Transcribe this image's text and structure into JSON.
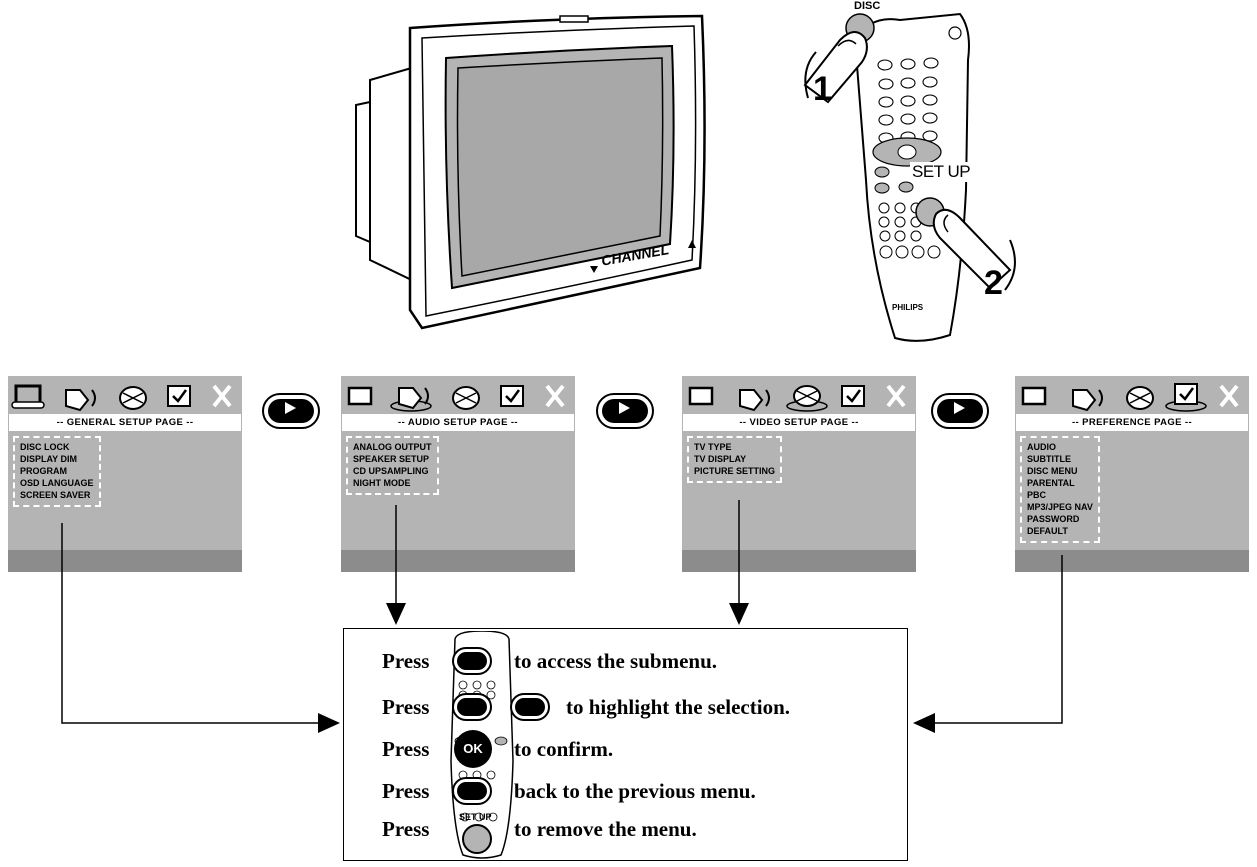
{
  "illustration": {
    "tv_channel_label": "CHANNEL",
    "remote_disc_label": "DISC",
    "remote_setup_label": "SET UP",
    "remote_brand": "PHILIPS",
    "step1": "1",
    "step2": "2"
  },
  "panels": [
    {
      "title": "-- GENERAL SETUP PAGE --",
      "items": [
        "DISC LOCK",
        "DISPLAY DIM",
        "PROGRAM",
        "OSD LANGUAGE",
        "SCREEN SAVER"
      ]
    },
    {
      "title": "-- AUDIO SETUP PAGE --",
      "items": [
        "ANALOG OUTPUT",
        "SPEAKER SETUP",
        "CD UPSAMPLING",
        "NIGHT MODE"
      ]
    },
    {
      "title": "-- VIDEO SETUP PAGE --",
      "items": [
        "TV TYPE",
        "TV DISPLAY",
        "PICTURE SETTING"
      ]
    },
    {
      "title": "-- PREFERENCE PAGE --",
      "items": [
        "AUDIO",
        "SUBTITLE",
        "DISC MENU",
        "PARENTAL",
        "PBC",
        "MP3/JPEG NAV",
        "PASSWORD",
        "DEFAULT"
      ]
    }
  ],
  "instructions": {
    "press": "Press",
    "ok_label": "OK",
    "setup_label": "SET UP",
    "line1": "to access the submenu.",
    "line2": "to highlight the selection.",
    "line3": "to confirm.",
    "line4": "back to the previous menu.",
    "line5": "to remove the menu."
  },
  "colors": {
    "panel_bg": "#b4b4b4",
    "panel_footer": "#8c8c8c",
    "button": "#000000"
  }
}
